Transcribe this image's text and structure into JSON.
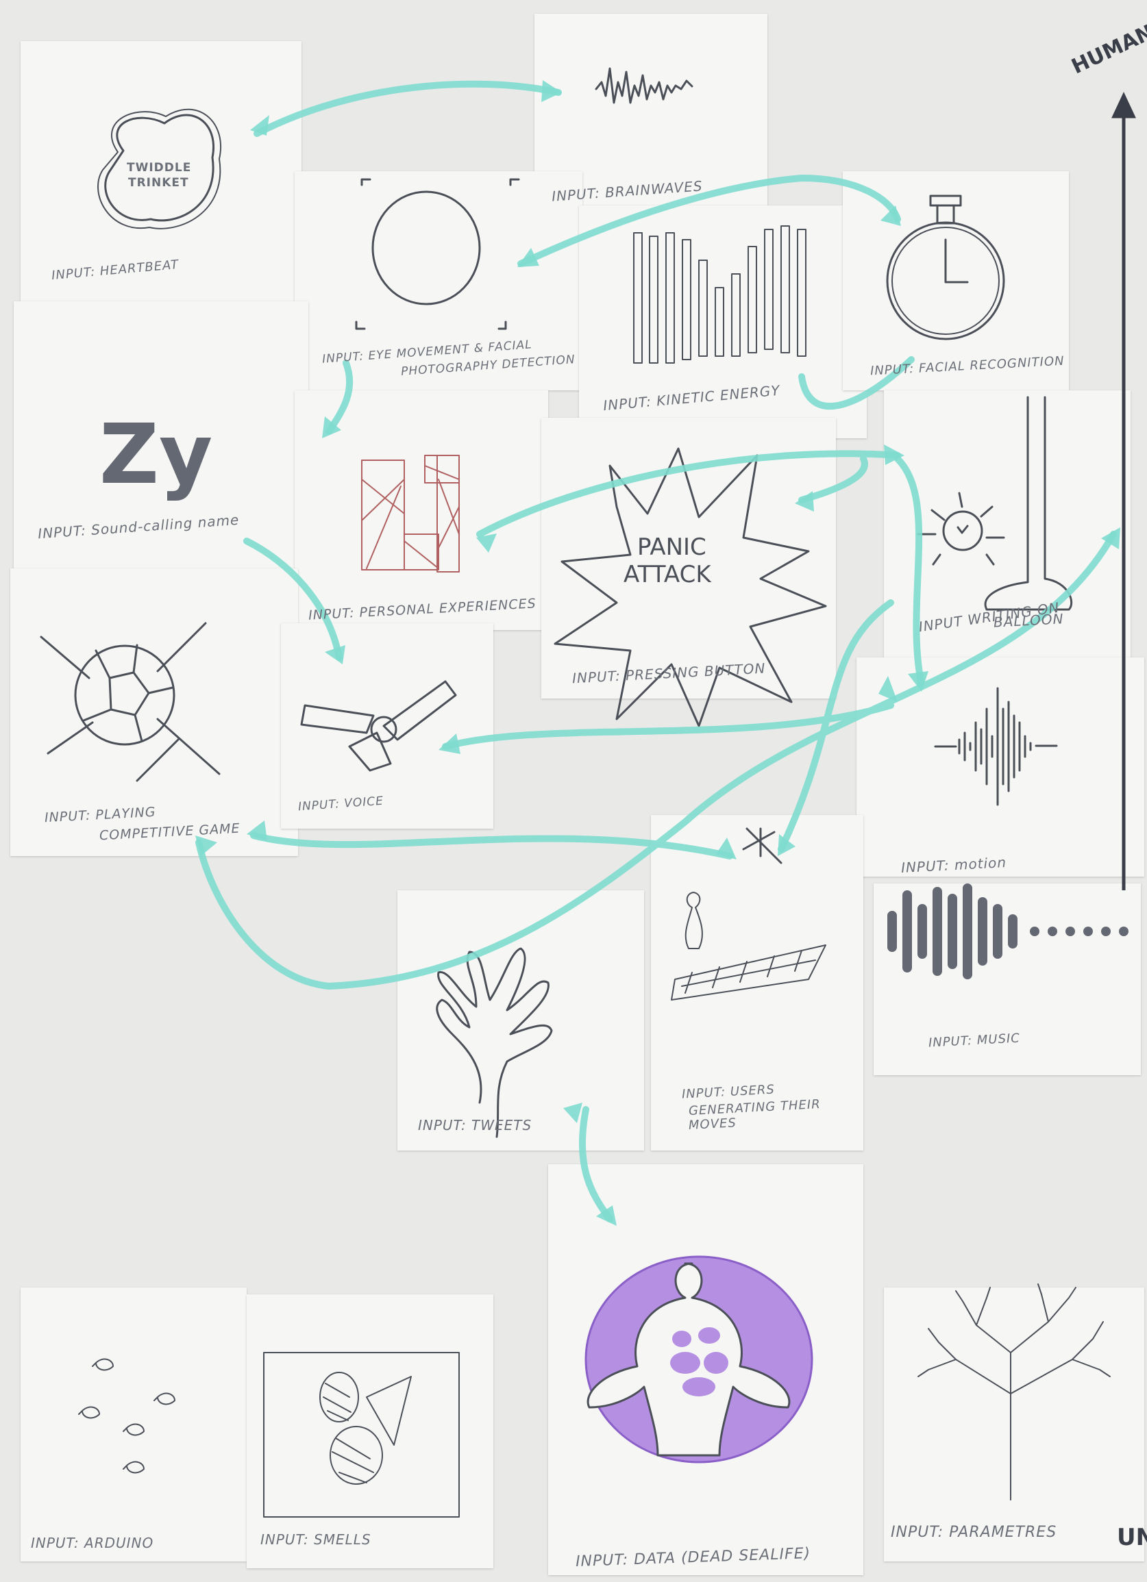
{
  "board": {
    "axis": {
      "top_label": "HUMAN",
      "bottom_label": "UN"
    },
    "cards": {
      "heartbeat": {
        "icon_text_1": "TWIDDLE",
        "icon_text_2": "TRINKET",
        "label": "INPUT: HEARTBEAT"
      },
      "brainwaves": {
        "label": "INPUT: BRAINWAVES"
      },
      "eye_movement": {
        "label_1": "INPUT:   EYE MOVEMENT & FACIAL",
        "label_2": "PHOTOGRAPHY  DETECTION"
      },
      "kinetic": {
        "label": "INPUT: KINETIC ENERGY"
      },
      "facial_recognition": {
        "label": "INPUT: FACIAL RECOGNITION"
      },
      "sound_name": {
        "icon_text": "Zy",
        "label": "INPUT: Sound-calling name"
      },
      "personal_experiences": {
        "label": "INPUT: PERSONAL EXPERIENCES"
      },
      "panic": {
        "icon_text_1": "PANIC",
        "icon_text_2": "ATTACK",
        "label": "INPUT:  PRESSING  BUTTON"
      },
      "balloon": {
        "label_1": "INPUT  WRITING ON",
        "label_2": "BALLOON"
      },
      "game": {
        "label_1": "INPUT: PLAYING",
        "label_2": "COMPETITIVE GAME"
      },
      "voice": {
        "label": "INPUT: VOICE"
      },
      "motion": {
        "label": "INPUT: motion"
      },
      "music": {
        "label": "INPUT: MUSIC"
      },
      "tweets": {
        "label": "INPUT: TWEETS"
      },
      "users_moves": {
        "label_1": "INPUT: USERS",
        "label_2": "GENERATING THEIR",
        "label_3": "MOVES"
      },
      "arduino": {
        "label": "INPUT: ARDUINO"
      },
      "smells": {
        "label": "INPUT: SMELLS"
      },
      "data": {
        "label": "INPUT: DATA (DEAD SEALIFE)"
      },
      "parameters": {
        "label": "INPUT: PARAMETRES"
      }
    }
  },
  "colors": {
    "arrow": "#7fdccf",
    "ink": "#4b4f58",
    "purple": "#b48fe2",
    "red_ink": "#b06060",
    "paper": "#f6f6f4",
    "wall": "#e9e9e7"
  }
}
